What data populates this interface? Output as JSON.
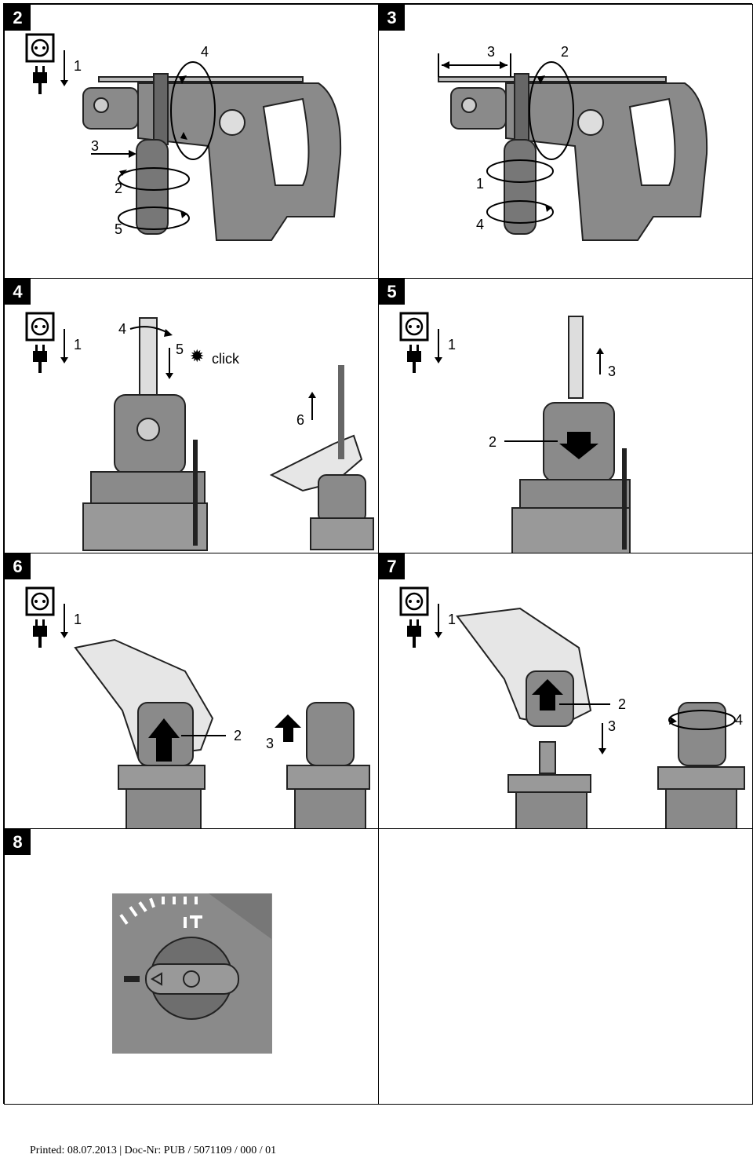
{
  "panels": [
    {
      "id": "2",
      "callouts": [
        "1",
        "4",
        "3",
        "2",
        "5"
      ]
    },
    {
      "id": "3",
      "callouts": [
        "3",
        "2",
        "1",
        "4"
      ]
    },
    {
      "id": "4",
      "callouts": [
        "1",
        "4",
        "5",
        "6"
      ],
      "click_text": "click"
    },
    {
      "id": "5",
      "callouts": [
        "1",
        "3",
        "2"
      ]
    },
    {
      "id": "6",
      "callouts": [
        "1",
        "2",
        "3"
      ]
    },
    {
      "id": "7",
      "callouts": [
        "1",
        "2",
        "3",
        "4"
      ]
    },
    {
      "id": "8",
      "callouts": []
    }
  ],
  "footer": "Printed: 08.07.2013 | Doc-Nr: PUB / 5071109 / 000 / 01",
  "colors": {
    "ink": "#000000",
    "body_gray": "#8a8a8a",
    "dark_gray": "#555555",
    "light_gray": "#cfcfcf"
  }
}
